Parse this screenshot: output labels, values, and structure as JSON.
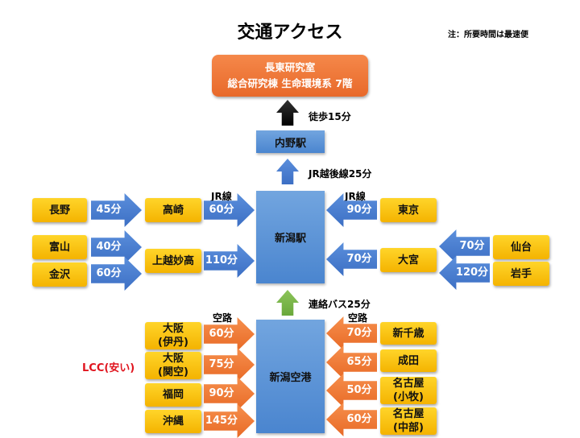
{
  "title": "交通アクセス",
  "note": "注：所要時間は最速便",
  "destination": {
    "line1": "長東研究室",
    "line2": "総合研究棟 生命環境系 7階"
  },
  "walk": "徒歩15分",
  "uchino": "内野駅",
  "jr_echigo": "JR越後線25分",
  "niigata_station": "新潟駅",
  "bus": "連絡バス25分",
  "niigata_airport": "新潟空港",
  "jr_label_left": "JR線",
  "jr_label_right": "JR線",
  "air_label_left": "空路",
  "air_label_right": "空路",
  "lcc": "LCC(安い)",
  "rail_left": [
    {
      "from": "長野",
      "time": "45分"
    },
    {
      "from": "高崎",
      "time": "60分"
    },
    {
      "from": "富山",
      "time": "40分"
    },
    {
      "from": "金沢",
      "time": "60分"
    },
    {
      "from": "上越妙高",
      "time": "110分"
    }
  ],
  "rail_right": [
    {
      "from": "東京",
      "time": "90分"
    },
    {
      "from": "大宮",
      "time": "70分"
    },
    {
      "from": "仙台",
      "time": "70分"
    },
    {
      "from": "岩手",
      "time": "120分"
    }
  ],
  "air_left": [
    {
      "from_l1": "大阪",
      "from_l2": "(伊丹)",
      "time": "60分"
    },
    {
      "from_l1": "大阪",
      "from_l2": "(関空)",
      "time": "75分"
    },
    {
      "from_l1": "福岡",
      "time": "90分"
    },
    {
      "from_l1": "沖縄",
      "time": "145分"
    }
  ],
  "air_right": [
    {
      "from_l1": "新千歳",
      "time": "70分"
    },
    {
      "from_l1": "成田",
      "time": "65分"
    },
    {
      "from_l1": "名古屋",
      "from_l2": "(小牧)",
      "time": "50分"
    },
    {
      "from_l1": "名古屋",
      "from_l2": "(中部)",
      "time": "60分"
    }
  ],
  "colors": {
    "rail_arrow": "#4a7fd0",
    "air_arrow": "#f07a35",
    "box": "#fcc40f",
    "dest": "#ee7433",
    "bus_arrow": "#7ab648",
    "lcc": "#e0141e"
  }
}
